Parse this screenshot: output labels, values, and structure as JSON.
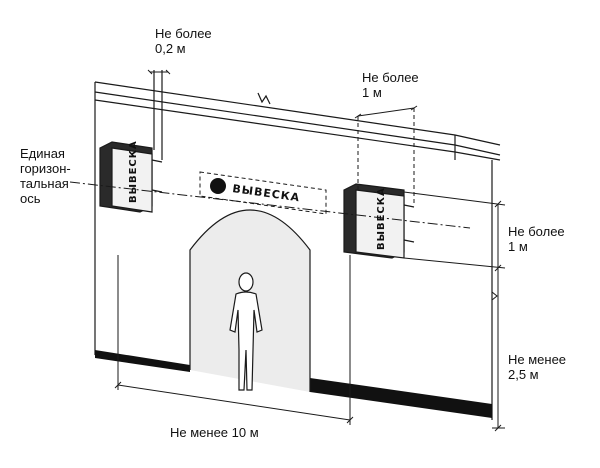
{
  "labels": {
    "top_left_line1": "Не более",
    "top_left_line2": "0,2 м",
    "top_right_line1": "Не более",
    "top_right_line2": "1 м",
    "axis_line1": "Единая",
    "axis_line2": "горизон-",
    "axis_line3": "тальная",
    "axis_line4": "ось",
    "right_height_line1": "Не более",
    "right_height_line2": "1 м",
    "clearance_line1": "Не менее",
    "clearance_line2": "2,5 м",
    "bottom_width": "Не менее 10 м"
  },
  "signs": {
    "left_sign_text": "ВЫВЕСКА",
    "center_sign_text": "ВЫВЕСКА",
    "right_sign_text": "ВЫВЕСКА"
  },
  "colors": {
    "line": "#1a1a1a",
    "wall_shade": "#e9e9e9",
    "sign_face": "#f2f2f2",
    "base_dark": "#111111"
  }
}
